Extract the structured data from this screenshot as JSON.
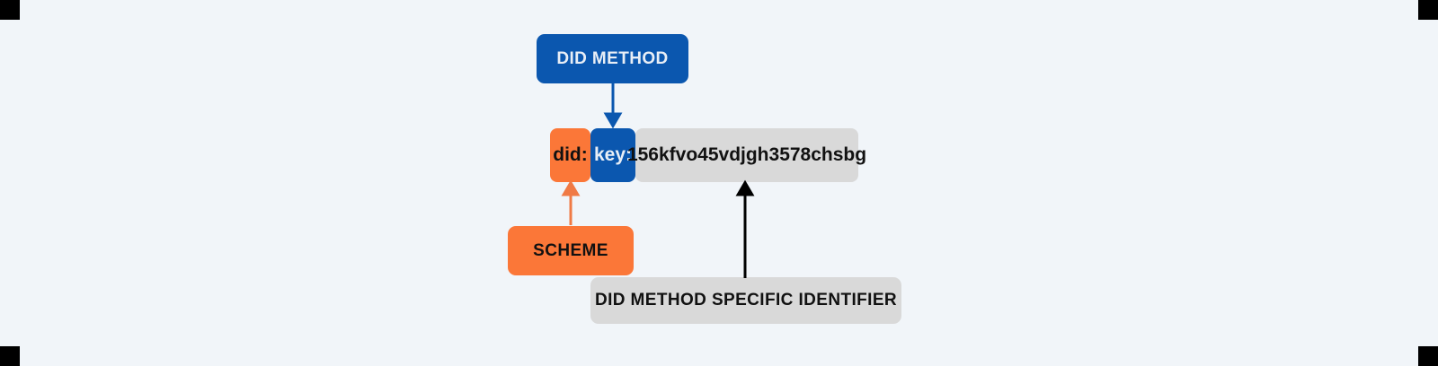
{
  "diagram": {
    "title_node": {
      "label": "DID METHOD"
    },
    "did_string": {
      "scheme": "did:",
      "method": "key:",
      "identifier": "156kfvo45vdjgh3578chsbg",
      "full": "did:key:156kfvo45vdjgh3578chsbg"
    },
    "callouts": [
      {
        "label": "SCHEME"
      },
      {
        "label": "DID METHOD SPECIFIC IDENTIFIER"
      }
    ],
    "colors": {
      "background": "#f1f5f9",
      "blue": "#0b57af",
      "orange": "#fb7738",
      "gray": "#d9d9d9",
      "black": "#000000",
      "blue_text": "#e8eef6",
      "dark_text": "#111111"
    },
    "arrows": [
      {
        "name": "did-method-to-method-segment",
        "color": "#0b57af",
        "direction": "down"
      },
      {
        "name": "scheme-to-scheme-segment",
        "color": "#f07a45",
        "direction": "up"
      },
      {
        "name": "identifier-label-to-identifier-segment",
        "color": "#000000",
        "direction": "up"
      }
    ]
  }
}
